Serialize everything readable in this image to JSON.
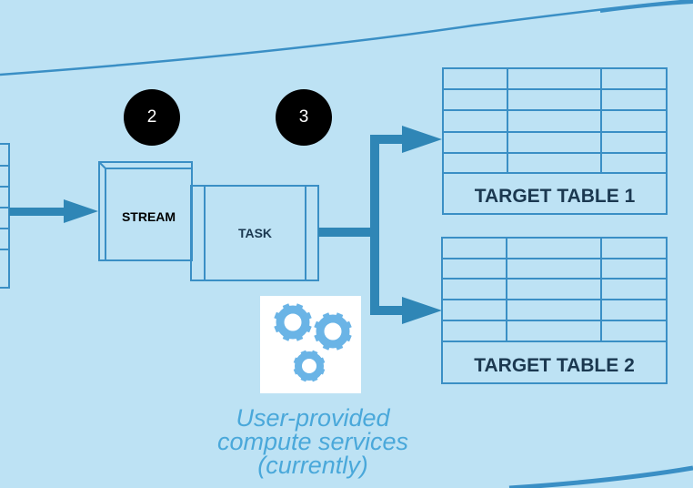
{
  "steps": [
    {
      "number": "2"
    },
    {
      "number": "3"
    }
  ],
  "nodes": {
    "stream_label": "STREAM",
    "task_label": "TASK",
    "target_table_1_label": "TARGET TABLE 1",
    "target_table_2_label": "TARGET TABLE 2"
  },
  "caption": {
    "line1": "User-provided",
    "line2": "compute services",
    "line3": "(currently)"
  },
  "icons": {
    "gears": "gears-icon"
  },
  "colors": {
    "background": "#bde2f4",
    "line_blue": "#3a8fc5",
    "arrow_blue": "#2f86b6",
    "step_circle": "#000000",
    "caption_text": "#4aa8da",
    "gear_blue": "#6ab4e6",
    "label_dark": "#1b3850"
  }
}
